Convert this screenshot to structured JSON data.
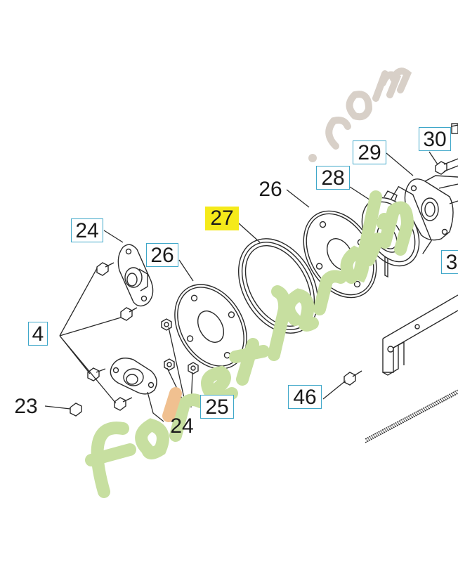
{
  "callouts": {
    "c24_top": "24",
    "c26_left": "26",
    "c27": "27",
    "c26_right": "26",
    "c28": "28",
    "c29": "29",
    "c30": "30",
    "c3": "3",
    "c4": "4",
    "c23": "23",
    "c24_bottom": "24",
    "c25": "25",
    "c46": "46"
  },
  "watermark": "foretjardin.com",
  "colors": {
    "line": "#2a2a2a",
    "callout_border": "#3fa7c9",
    "highlight": "#f5ea1a",
    "watermark_green": "#c7dfa0",
    "watermark_orange": "#f0c090",
    "watermark_gray": "#d8d0c8"
  }
}
